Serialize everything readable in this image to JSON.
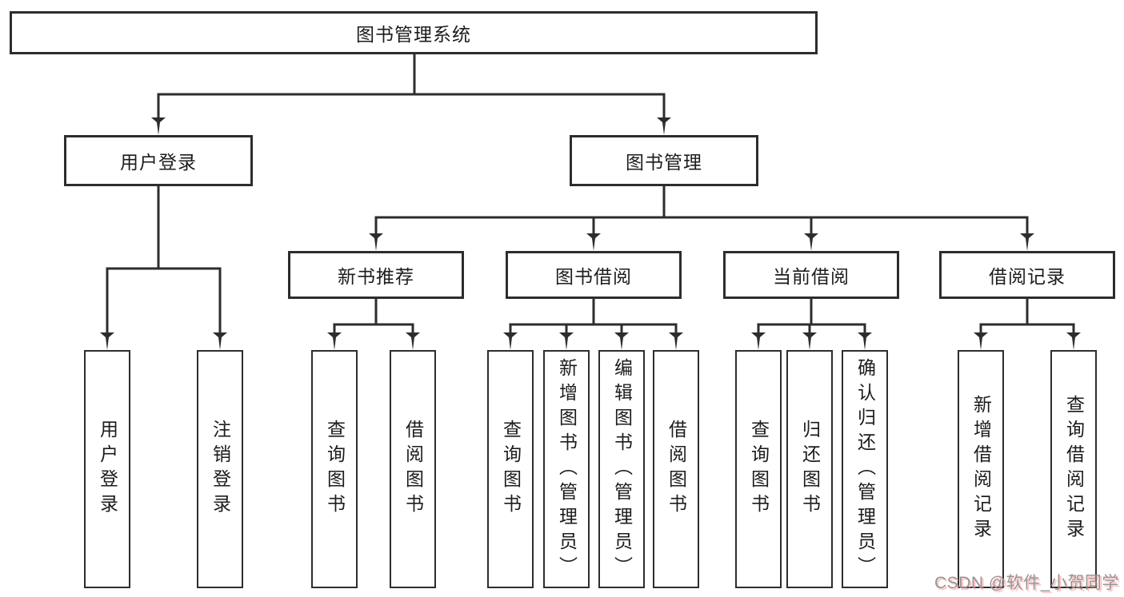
{
  "diagram_title": "图书管理系统",
  "tree": {
    "root": {
      "label": "图书管理系统"
    },
    "level2": [
      {
        "label": "用户登录",
        "children": [
          "用户登录",
          "注销登录"
        ]
      },
      {
        "label": "图书管理"
      }
    ],
    "level3": [
      {
        "label": "新书推荐",
        "children": [
          "查询图书",
          "借阅图书"
        ]
      },
      {
        "label": "图书借阅",
        "children": [
          "查询图书",
          "新增图书（管理员）",
          "编辑图书（管理员）",
          "借阅图书"
        ]
      },
      {
        "label": "当前借阅",
        "children": [
          "查询图书",
          "归还图书",
          "确认归还（管理员）"
        ]
      },
      {
        "label": "借阅记录",
        "children": [
          "新增借阅记录",
          "查询借阅记录"
        ]
      }
    ]
  },
  "watermark": {
    "text": "CSDN @软件_小贺同学"
  },
  "colors": {
    "line": "#2d2d2d",
    "text": "#1c1c1c",
    "background": "#ffffff",
    "watermark": "#969696",
    "watermark_shadow": "#ff9494"
  }
}
